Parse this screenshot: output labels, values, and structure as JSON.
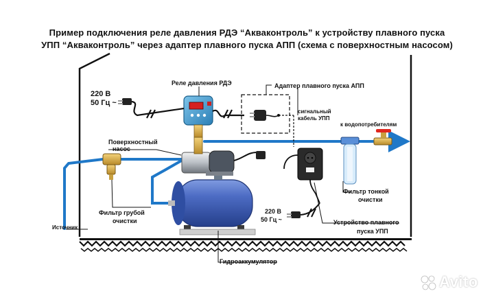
{
  "header": {
    "title_line1": "Пример подключения реле давления РДЭ “Акваконтроль” к устройству плавного пуска",
    "title_line2": "УПП “Акваконтроль” через адаптер плавного пуска АПП (схема с поверхностным насосом)"
  },
  "labels": {
    "power_top_v": "220 В",
    "power_top_hz": "50 Гц ~",
    "relay": "Реле давления РДЭ",
    "adapter": "Адаптер плавного пуска АПП",
    "signal_cable_1": "сигнальный",
    "signal_cable_2": "кабель УПП",
    "to_consumers": "к водопотребителям",
    "pump_1": "Поверхностный",
    "pump_2": "насос",
    "fine_filter_1": "Фильтр тонкой",
    "fine_filter_2": "очистки",
    "coarse_filter_1": "Фильтр грубой",
    "coarse_filter_2": "очистки",
    "source": "Источник",
    "power_bottom_v": "220 В",
    "power_bottom_hz": "50 Гц ~",
    "softstart_1": "Устройство плавного",
    "softstart_2": "пуска УПП",
    "accumulator": "Гидроаккумулятор",
    "watermark": "Avito"
  },
  "colors": {
    "pipe": "#1f78c8",
    "cable": "#111111",
    "tank": "#3f5fb0",
    "relay_body": "#4fa6d6",
    "display": "#d62020"
  },
  "icons": [
    "plug-icon",
    "relay-icon",
    "adapter-icon",
    "pump-icon",
    "tank-icon",
    "filter-icon",
    "valve-icon",
    "softstart-icon",
    "ground-icon"
  ]
}
